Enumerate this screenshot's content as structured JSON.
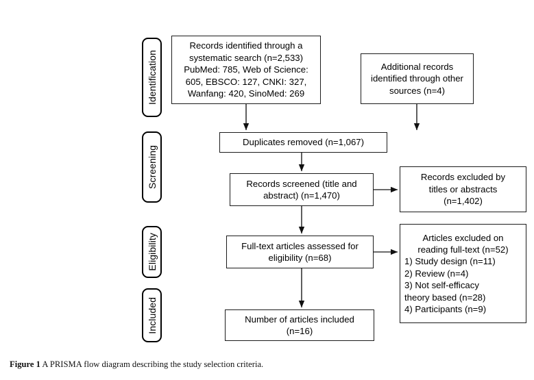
{
  "figure": {
    "caption_label": "Figure 1",
    "caption_text": "A PRISMA flow diagram describing the study selection criteria."
  },
  "stages": [
    {
      "id": "identification",
      "label": "Identification"
    },
    {
      "id": "screening",
      "label": "Screening"
    },
    {
      "id": "eligibility",
      "label": "Eligibility"
    },
    {
      "id": "included",
      "label": "Included"
    }
  ],
  "boxes": {
    "records_identified": {
      "lines": [
        "Records identified through a",
        "systematic search (n=2,533)",
        "PubMed: 785, Web of Science:",
        "605, EBSCO: 127, CNKI: 327,",
        "Wanfang: 420, SinoMed: 269"
      ]
    },
    "additional_records": {
      "lines": [
        "Additional records",
        "identified through other",
        "sources (n=4)"
      ]
    },
    "duplicates_removed": {
      "lines": [
        "Duplicates removed (n=1,067)"
      ]
    },
    "records_screened": {
      "lines": [
        "Records screened (title and",
        "abstract) (n=1,470)"
      ]
    },
    "records_excluded": {
      "lines": [
        "Records excluded by",
        "titles or abstracts",
        "(n=1,402)"
      ]
    },
    "fulltext_assessed": {
      "lines": [
        "Full-text articles assessed for",
        "eligibility (n=68)"
      ]
    },
    "articles_excluded": {
      "head_lines": [
        "Articles excluded on",
        "reading full-text (n=52)"
      ],
      "reason_lines": [
        "1) Study design (n=11)",
        "2) Review (n=4)",
        "3) Not self-efficacy",
        "theory based (n=28)",
        "4) Participants (n=9)"
      ]
    },
    "articles_included": {
      "lines": [
        "Number of articles included",
        "(n=16)"
      ]
    }
  },
  "chart_data": {
    "type": "diagram",
    "title": "PRISMA flow diagram",
    "nodes": [
      {
        "id": "records_identified",
        "stage": "Identification",
        "label": "Records identified through a systematic search",
        "n": 2533,
        "breakdown": [
          {
            "source": "PubMed",
            "n": 785
          },
          {
            "source": "Web of Science",
            "n": 605
          },
          {
            "source": "EBSCO",
            "n": 127
          },
          {
            "source": "CNKI",
            "n": 327
          },
          {
            "source": "Wanfang",
            "n": 420
          },
          {
            "source": "SinoMed",
            "n": 269
          }
        ]
      },
      {
        "id": "additional_records",
        "stage": "Identification",
        "label": "Additional records identified through other sources",
        "n": 4
      },
      {
        "id": "duplicates_removed",
        "stage": "Screening",
        "label": "Duplicates removed",
        "n": 1067
      },
      {
        "id": "records_screened",
        "stage": "Screening",
        "label": "Records screened (title and abstract)",
        "n": 1470
      },
      {
        "id": "records_excluded",
        "stage": "Screening",
        "label": "Records excluded by titles or abstracts",
        "n": 1402
      },
      {
        "id": "fulltext_assessed",
        "stage": "Eligibility",
        "label": "Full-text articles assessed for eligibility",
        "n": 68
      },
      {
        "id": "articles_excluded",
        "stage": "Eligibility",
        "label": "Articles excluded on reading full-text",
        "n": 52,
        "breakdown": [
          {
            "reason": "Study design",
            "n": 11
          },
          {
            "reason": "Review",
            "n": 4
          },
          {
            "reason": "Not self-efficacy theory based",
            "n": 28
          },
          {
            "reason": "Participants",
            "n": 9
          }
        ]
      },
      {
        "id": "articles_included",
        "stage": "Included",
        "label": "Number of articles included",
        "n": 16
      }
    ],
    "edges": [
      {
        "from": "records_identified",
        "to": "duplicates_removed"
      },
      {
        "from": "additional_records",
        "to": "duplicates_removed"
      },
      {
        "from": "duplicates_removed",
        "to": "records_screened"
      },
      {
        "from": "records_screened",
        "to": "records_excluded"
      },
      {
        "from": "records_screened",
        "to": "fulltext_assessed"
      },
      {
        "from": "fulltext_assessed",
        "to": "articles_excluded"
      },
      {
        "from": "fulltext_assessed",
        "to": "articles_included"
      }
    ]
  }
}
